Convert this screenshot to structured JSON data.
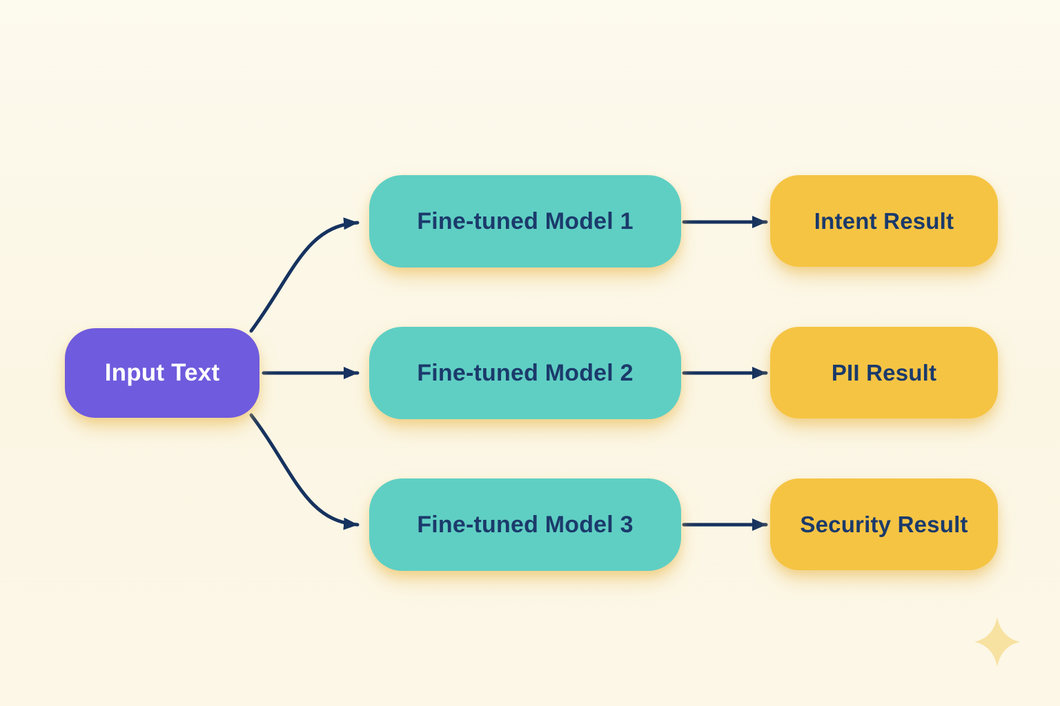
{
  "diagram": {
    "input": {
      "label": "Input Text"
    },
    "models": [
      {
        "label": "Fine-tuned Model 1"
      },
      {
        "label": "Fine-tuned Model 2"
      },
      {
        "label": "Fine-tuned Model 3"
      }
    ],
    "results": [
      {
        "label": "Intent Result"
      },
      {
        "label": "PII Result"
      },
      {
        "label": "Security Result"
      }
    ],
    "connections": [
      {
        "from": "Input Text",
        "to": "Fine-tuned Model 1"
      },
      {
        "from": "Input Text",
        "to": "Fine-tuned Model 2"
      },
      {
        "from": "Input Text",
        "to": "Fine-tuned Model 3"
      },
      {
        "from": "Fine-tuned Model 1",
        "to": "Intent Result"
      },
      {
        "from": "Fine-tuned Model 2",
        "to": "PII Result"
      },
      {
        "from": "Fine-tuned Model 3",
        "to": "Security Result"
      }
    ],
    "icons": {
      "sparkle": "four-pointed-star"
    },
    "colors": {
      "background": "#FBF6E4",
      "input_box": "#6F5BDD",
      "model_box": "#5FCFC3",
      "result_box": "#F6C443",
      "arrow": "#16325F",
      "text_dark": "#1B3A6B",
      "text_light": "#FFFFFF",
      "sparkle": "#F8E2A2"
    }
  }
}
